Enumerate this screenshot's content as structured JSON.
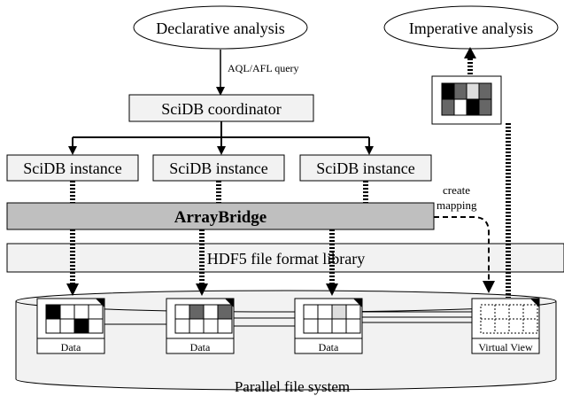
{
  "nodes": {
    "declarative": "Declarative analysis",
    "imperative": "Imperative analysis",
    "query_label": "AQL/AFL query",
    "coordinator": "SciDB coordinator",
    "instances": [
      "SciDB instance",
      "SciDB instance",
      "SciDB instance"
    ],
    "arraybridge": "ArrayBridge",
    "create_mapping_1": "create",
    "create_mapping_2": "mapping",
    "hdf5": "HDF5 file format library",
    "pfs": "Parallel file system"
  },
  "files": [
    {
      "caption": "Data",
      "cells": [
        "#000",
        "#fff",
        "#fff",
        "#fff",
        "#fff",
        "#fff",
        "#000",
        "#fff"
      ]
    },
    {
      "caption": "Data",
      "cells": [
        "#fff",
        "#666",
        "#fff",
        "#666",
        "#fff",
        "#fff",
        "#fff",
        "#fff"
      ]
    },
    {
      "caption": "Data",
      "cells": [
        "#fff",
        "#fff",
        "#ddd",
        "#fff",
        "#fff",
        "#fff",
        "#fff",
        "#fff"
      ]
    },
    {
      "caption": "Virtual View",
      "cells": []
    }
  ],
  "result_cells": [
    "#000",
    "#666",
    "#ddd",
    "#666",
    "#666",
    "#fff",
    "#000",
    "#666"
  ],
  "colors": {
    "box_fill": "#f2f2f2",
    "arraybridge_fill": "#bfbfbf",
    "pfs_fill": "#f2f2f2",
    "stroke": "#000000"
  }
}
